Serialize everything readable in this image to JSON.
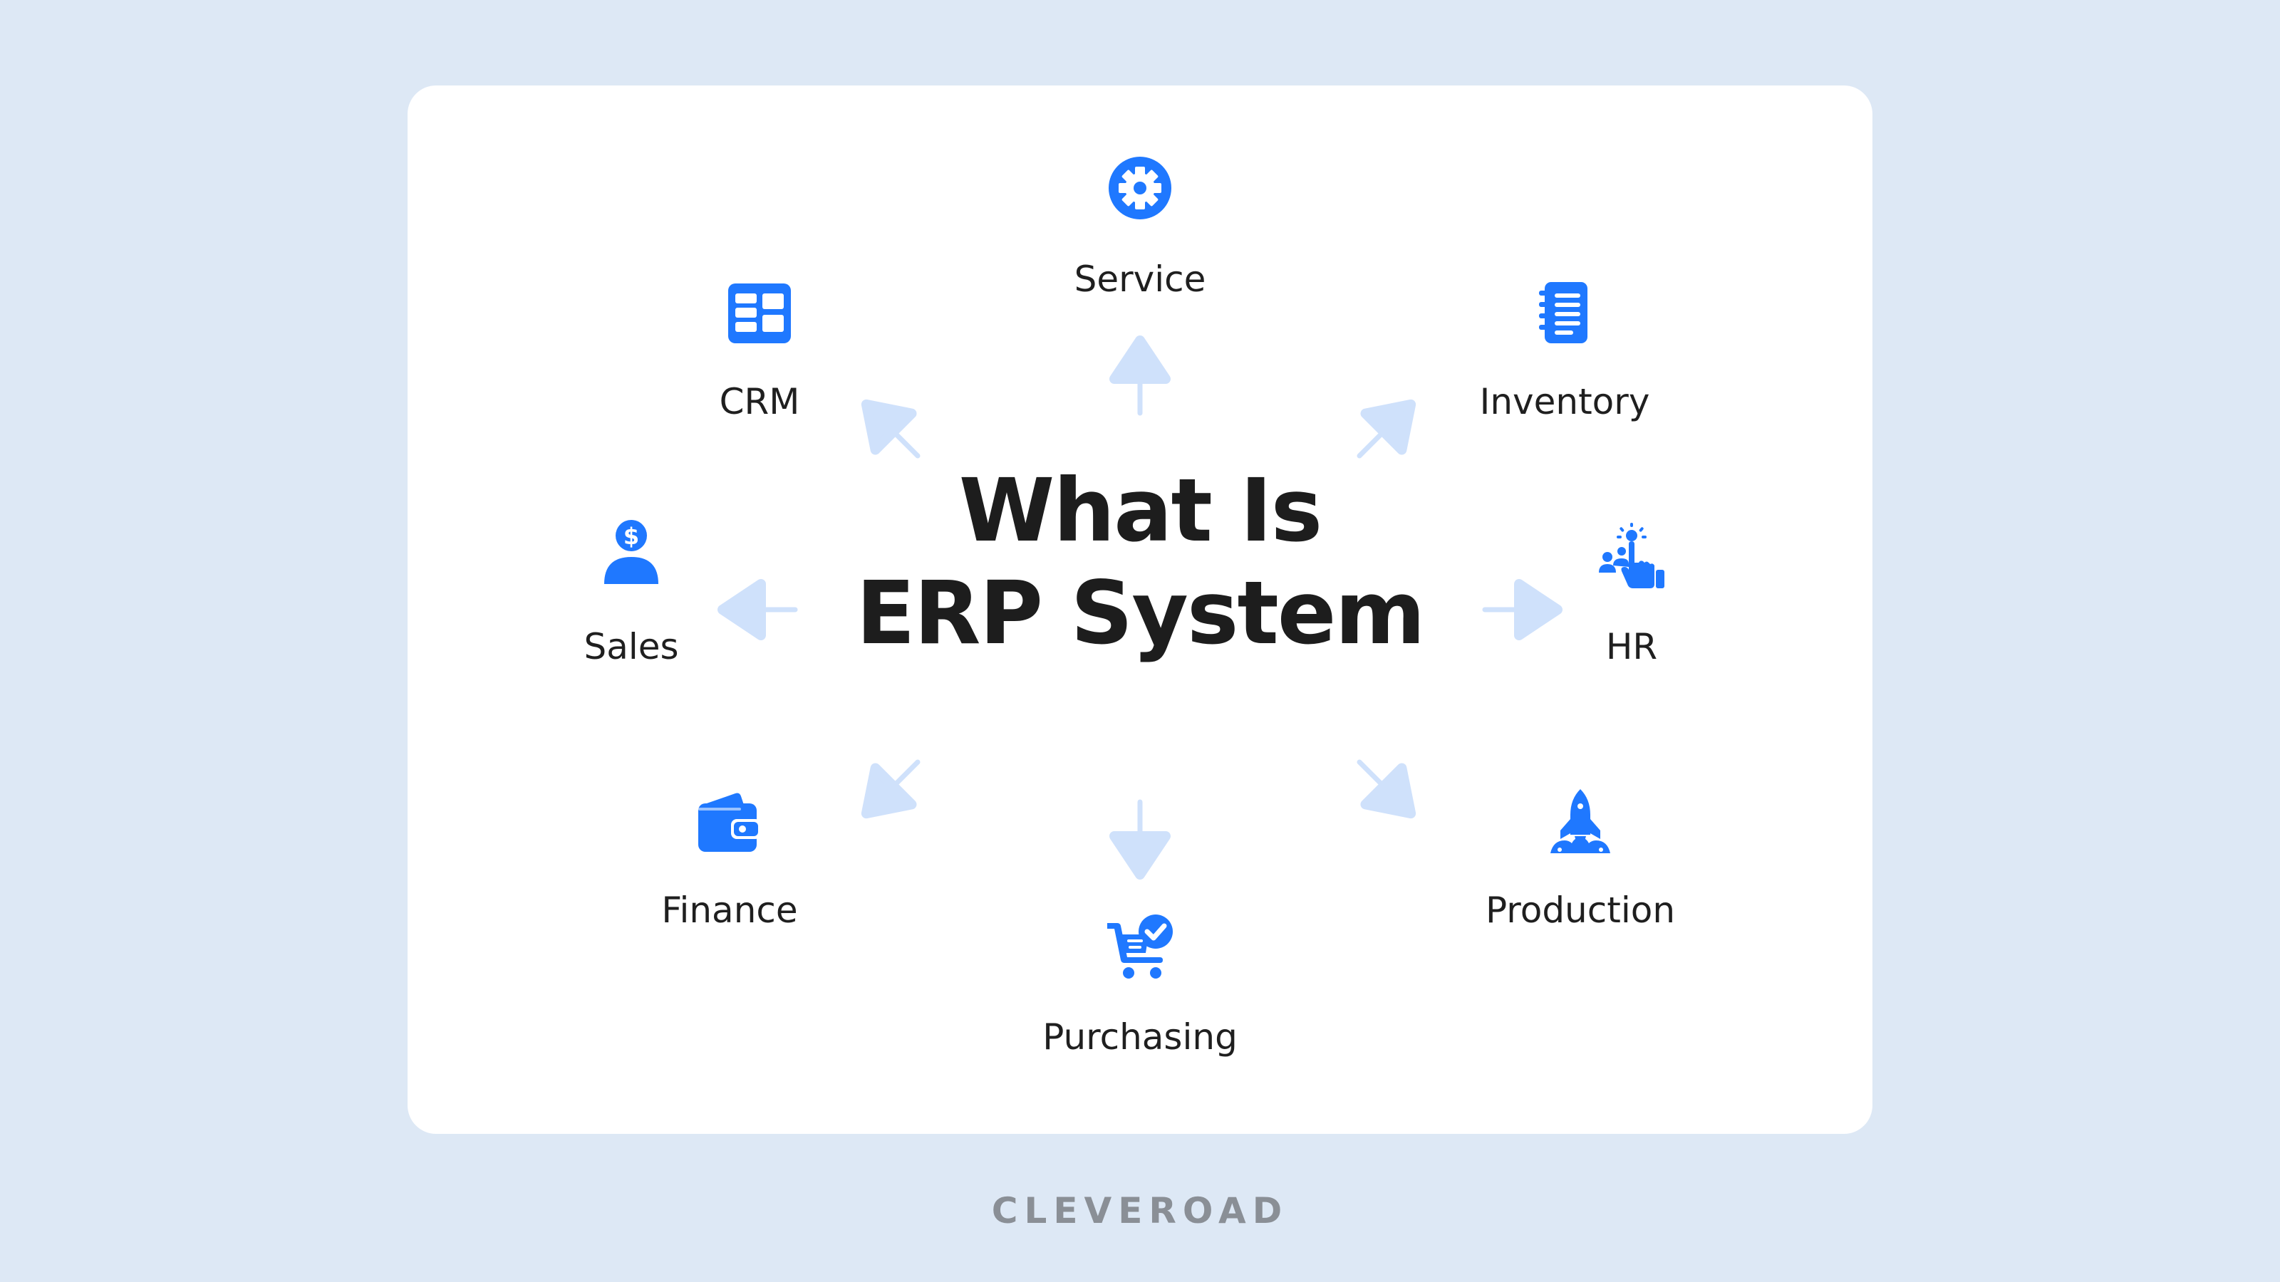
{
  "title": {
    "line1": "What Is",
    "line2": "ERP System"
  },
  "nodes": [
    {
      "label": "Service",
      "icon": "gear-icon"
    },
    {
      "label": "Inventory",
      "icon": "notebook-icon"
    },
    {
      "label": "HR",
      "icon": "team-pointer-icon"
    },
    {
      "label": "Production",
      "icon": "rocket-icon"
    },
    {
      "label": "Purchasing",
      "icon": "cart-check-icon"
    },
    {
      "label": "Finance",
      "icon": "wallet-icon"
    },
    {
      "label": "Sales",
      "icon": "salesperson-icon"
    },
    {
      "label": "CRM",
      "icon": "dashboard-icon"
    }
  ],
  "brand": "CLEVEROAD",
  "colors": {
    "background": "#dde8f5",
    "card": "#ffffff",
    "icon": "#1f78ff",
    "arrow": "#cfe1fb",
    "text": "#1d1d1d",
    "brand": "#8a8f96"
  }
}
